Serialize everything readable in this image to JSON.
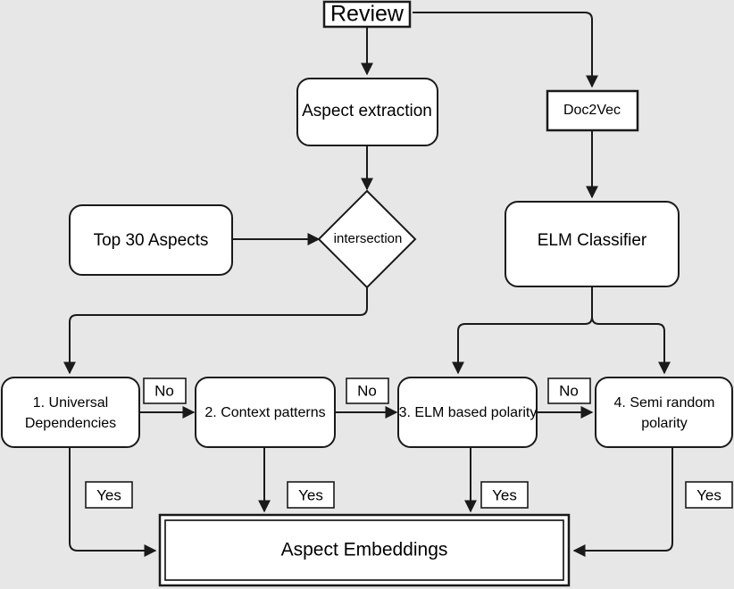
{
  "diagram": {
    "title": "Aspect Embeddings Pipeline Flowchart",
    "background_color": "#e7e7e7",
    "line_color": "#1a1a1a",
    "node_fill": "#ffffff"
  },
  "nodes": {
    "review": {
      "label": "Review",
      "shape": "rectangle"
    },
    "aspect_extraction": {
      "label": "Aspect extraction",
      "shape": "rounded-rectangle"
    },
    "doc2vec": {
      "label": "Doc2Vec",
      "shape": "rectangle"
    },
    "top30": {
      "label": "Top 30 Aspects",
      "shape": "rounded-rectangle"
    },
    "intersection": {
      "label": "intersection",
      "shape": "diamond"
    },
    "elm_classifier": {
      "label": "ELM Classifier",
      "shape": "rounded-rectangle"
    },
    "step1_line1": {
      "label": "1. Universal"
    },
    "step1_line2": {
      "label": "Dependencies"
    },
    "step2": {
      "label": "2. Context patterns"
    },
    "step3": {
      "label": "3. ELM based polarity"
    },
    "step4_line1": {
      "label": "4. Semi random"
    },
    "step4_line2": {
      "label": "polarity"
    },
    "aspect_embeddings": {
      "label": "Aspect Embeddings",
      "shape": "double-rectangle"
    }
  },
  "edge_labels": {
    "no_1": "No",
    "no_2": "No",
    "no_3": "No",
    "yes_1": "Yes",
    "yes_2": "Yes",
    "yes_3": "Yes",
    "yes_4": "Yes"
  }
}
